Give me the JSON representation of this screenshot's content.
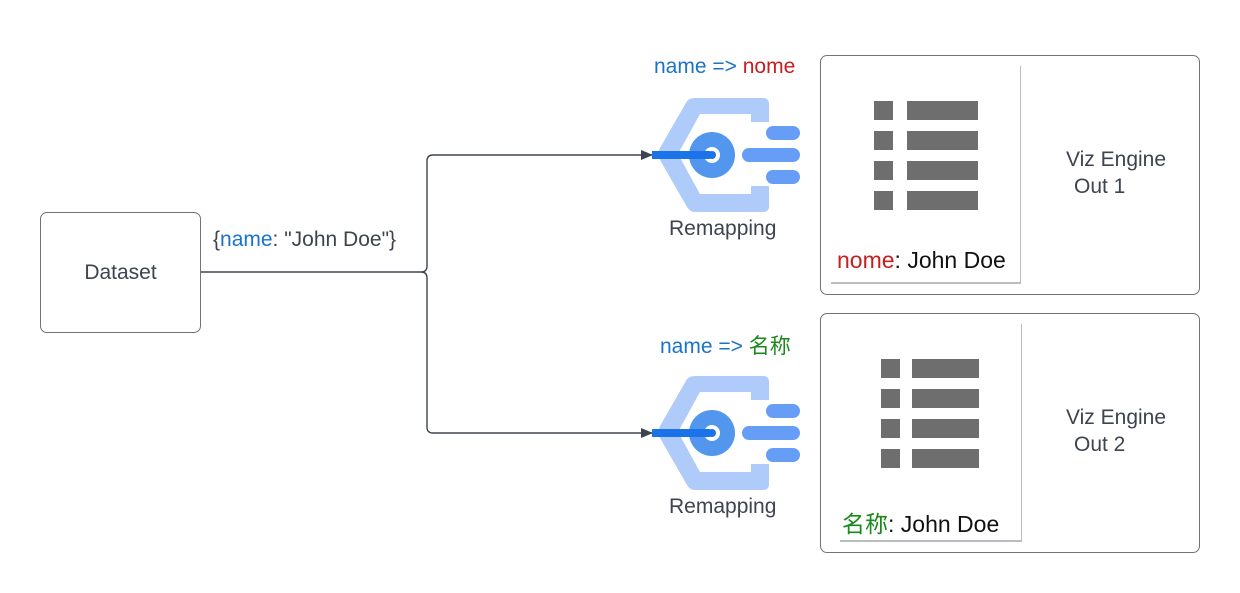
{
  "dataset": {
    "label": "Dataset"
  },
  "record": {
    "open": "{",
    "key": "name",
    "rest": ": \"John Doe\"}"
  },
  "mappings": [
    {
      "from": "name",
      "arrow": " => ",
      "to": "nome",
      "caption": "Remapping",
      "output": {
        "field_key": "nome",
        "field_sep": ": ",
        "field_value": "John Doe",
        "engine_line1": "Viz Engine",
        "engine_line2": "Out 1"
      }
    },
    {
      "from": "name",
      "arrow": " => ",
      "to": "名称",
      "caption": "Remapping",
      "output": {
        "field_key": "名称",
        "field_sep": ": ",
        "field_value": "John Doe",
        "engine_line1": "Viz Engine",
        "engine_line2": "Out 2"
      }
    }
  ],
  "colors": {
    "key_blue": "#1a73c9",
    "target_red": "#c81e1e",
    "target_green": "#1a8a1a",
    "remap_icon_light": "#aecbfa",
    "remap_icon_mid": "#669df6",
    "remap_icon_dark": "#1a73e8",
    "list_icon_gray": "#6e6e6e",
    "connector": "#3d4450"
  },
  "icons": [
    "remapping-icon",
    "list-icon"
  ]
}
